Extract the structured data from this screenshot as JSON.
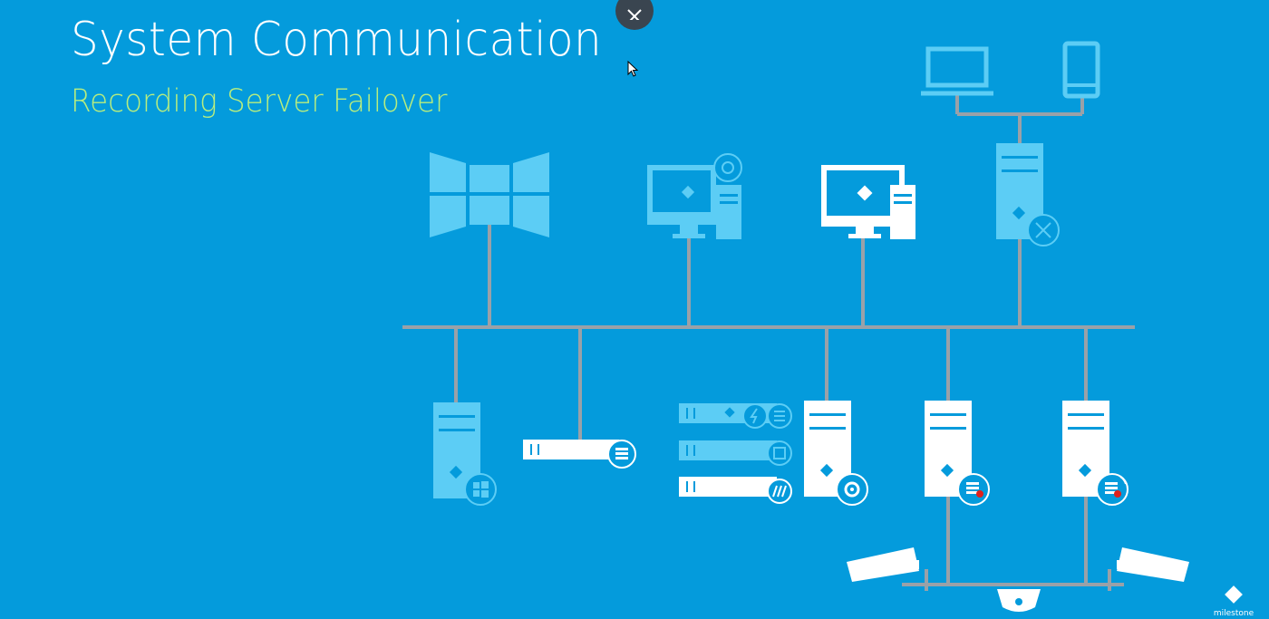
{
  "slide": {
    "title": "System Communication",
    "subtitle": "Recording Server Failover"
  },
  "branding": {
    "logo_text": "milestone"
  },
  "controls": {
    "close_icon": "close-x-icon"
  },
  "colors": {
    "background": "#049bdc",
    "light_icon": "#5ccdf5",
    "white_icon": "#ffffff",
    "connector": "#9aa1a8",
    "subtitle": "#b9ee7e",
    "alert_dot": "#e0201c"
  }
}
